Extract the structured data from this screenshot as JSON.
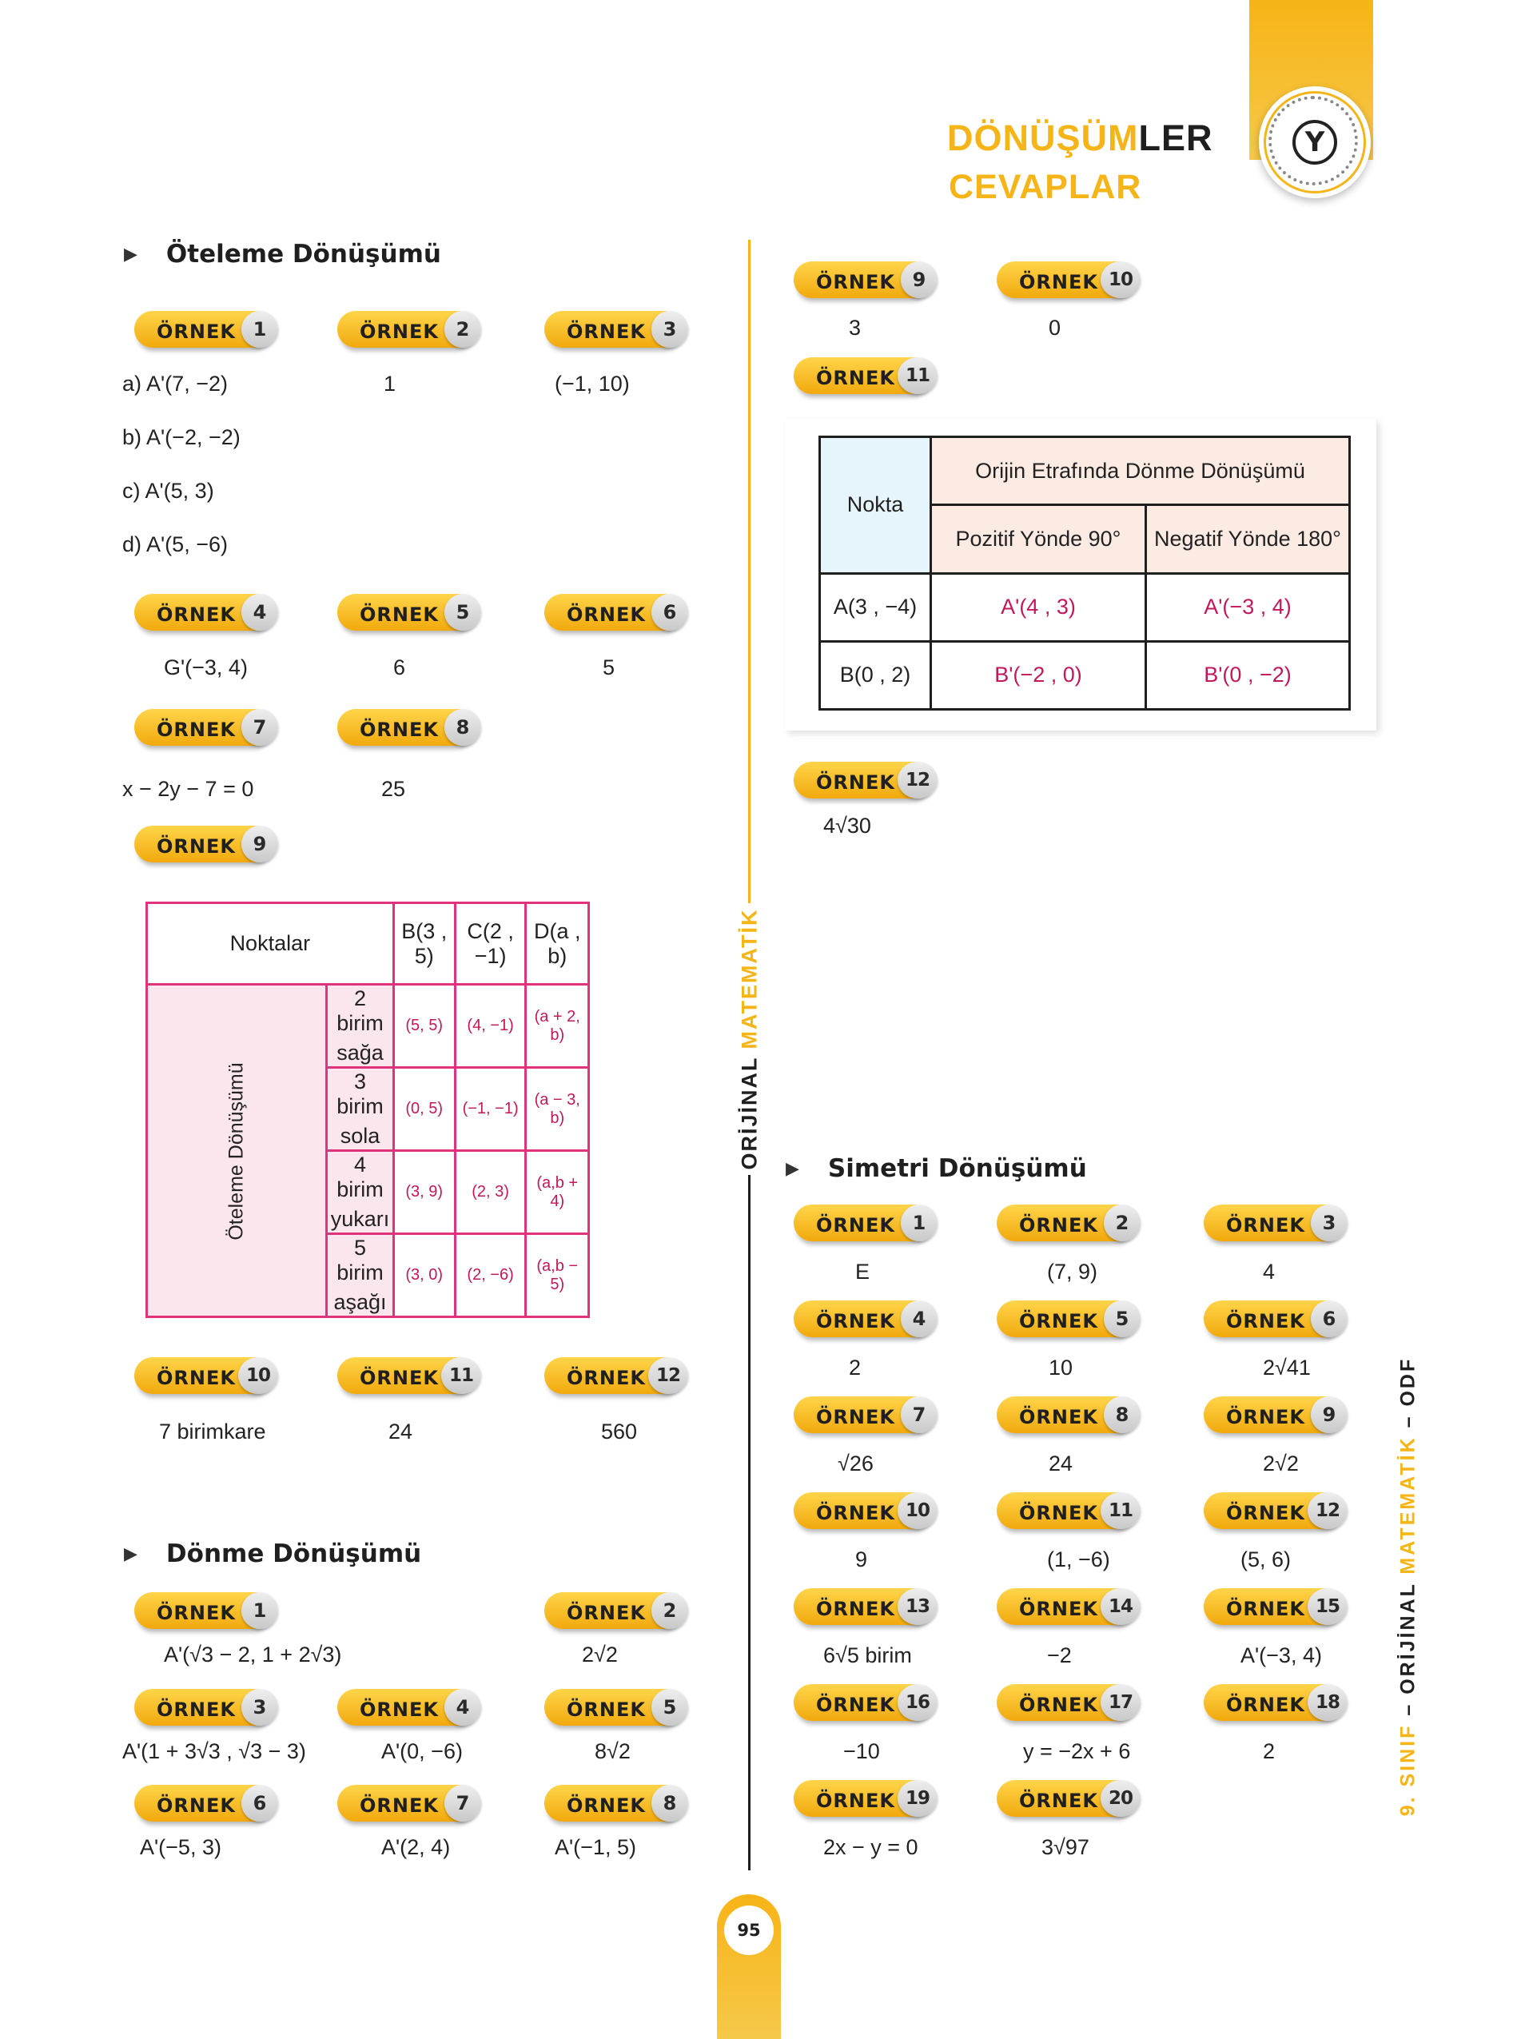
{
  "header": {
    "title_highlight": "DÖNÜŞÜM",
    "title_rest": "LER",
    "subtitle": "CEVAPLAR",
    "logo_letter": "Y"
  },
  "badge_label": "ÖRNEK",
  "page_number": "95",
  "vertical_label": {
    "dark": "ORİJİNAL ",
    "yellow": "MATEMATİK"
  },
  "side_label": {
    "yellow": "9. SINIF",
    "dark1": " – ORİJİNAL ",
    "yellow2": "MATEMATİK",
    "dark2": " – ODF"
  },
  "sections": {
    "oteleme": {
      "title": "Öteleme Dönüşümü",
      "answers": {
        "1a": "a)  A'(7, −2)",
        "1b": "b)  A'(−2, −2)",
        "1c": "c)  A'(5, 3)",
        "1d": "d)  A'(5, −6)",
        "2": "1",
        "3": "(−1, 10)",
        "4": "G'(−3, 4)",
        "5": "6",
        "6": "5",
        "7": "x − 2y − 7 = 0",
        "8": "25",
        "10": "7 birimkare",
        "11": "24",
        "12": "560"
      },
      "table": {
        "side_label": "Öteleme Dönüşümü",
        "headers": [
          "Noktalar",
          "B(3 , 5)",
          "C(2 , −1)",
          "D(a , b)"
        ],
        "rows": [
          {
            "label1": "2 birim",
            "label2": "sağa",
            "values": [
              "(5, 5)",
              "(4, −1)",
              "(a + 2, b)"
            ]
          },
          {
            "label1": "3 birim",
            "label2": "sola",
            "values": [
              "(0, 5)",
              "(−1, −1)",
              "(a − 3, b)"
            ]
          },
          {
            "label1": "4 birim",
            "label2": "yukarı",
            "values": [
              "(3, 9)",
              "(2, 3)",
              "(a,b + 4)"
            ]
          },
          {
            "label1": "5 birim",
            "label2": "aşağı",
            "values": [
              "(3, 0)",
              "(2, −6)",
              "(a,b − 5)"
            ]
          }
        ]
      }
    },
    "donme": {
      "title": "Dönme Dönüşümü",
      "answers": {
        "1": "A'(√3 − 2, 1 + 2√3)",
        "2": "2√2",
        "3": "A'(1 + 3√3 , √3 − 3)",
        "4": "A'(0, −6)",
        "5": "8√2",
        "6": "A'(−5, 3)",
        "7": "A'(2, 4)",
        "8": "A'(−1, 5)",
        "9": "3",
        "10": "0",
        "12": "4√30"
      },
      "table": {
        "corner": "Nokta",
        "main_header": "Orijin Etrafında Dönme Dönüşümü",
        "sub_headers": [
          "Pozitif Yönde 90°",
          "Negatif Yönde 180°"
        ],
        "rows": [
          {
            "point": "A(3 , −4)",
            "values": [
              "A'(4 , 3)",
              "A'(−3 , 4)"
            ]
          },
          {
            "point": "B(0 , 2)",
            "values": [
              "B'(−2 , 0)",
              "B'(0 , −2)"
            ]
          }
        ]
      }
    },
    "simetri": {
      "title": "Simetri Dönüşümü",
      "answers": {
        "1": "E",
        "2": "(7, 9)",
        "3": "4",
        "4": "2",
        "5": "10",
        "6": "2√41",
        "7": "√26",
        "8": "24",
        "9": "2√2",
        "10": "9",
        "11": "(1, −6)",
        "12": "(5, 6)",
        "13": "6√5 birim",
        "14": "−2",
        "15": "A'(−3, 4)",
        "16": "−10",
        "17": "y = −2x + 6",
        "18": "2",
        "19": "2x − y = 0",
        "20": "3√97"
      }
    }
  }
}
